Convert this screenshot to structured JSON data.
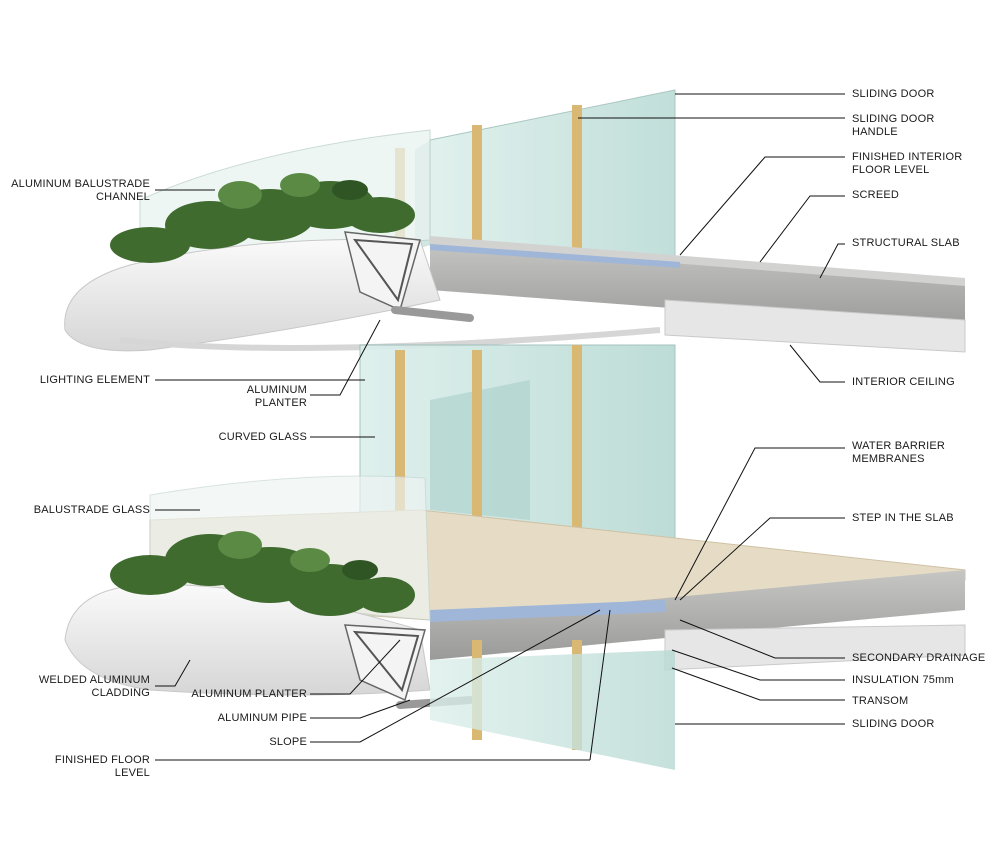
{
  "labels_right": [
    {
      "id": "sliding-door-top",
      "lines": [
        "SLIDING DOOR"
      ]
    },
    {
      "id": "sliding-door-handle",
      "lines": [
        "SLIDING DOOR",
        "HANDLE"
      ]
    },
    {
      "id": "finished-interior-floor-level",
      "lines": [
        "FINISHED INTERIOR",
        "FLOOR LEVEL"
      ]
    },
    {
      "id": "screed",
      "lines": [
        "SCREED"
      ]
    },
    {
      "id": "structural-slab",
      "lines": [
        "STRUCTURAL SLAB"
      ]
    },
    {
      "id": "interior-ceiling",
      "lines": [
        "INTERIOR CEILING"
      ]
    },
    {
      "id": "water-barrier-membranes",
      "lines": [
        "WATER BARRIER",
        "MEMBRANES"
      ]
    },
    {
      "id": "step-in-the-slab",
      "lines": [
        "STEP IN THE SLAB"
      ]
    },
    {
      "id": "secondary-drainage",
      "lines": [
        "SECONDARY DRAINAGE"
      ]
    },
    {
      "id": "insulation",
      "lines": [
        "INSULATION 75mm"
      ]
    },
    {
      "id": "transom",
      "lines": [
        "TRANSOM"
      ]
    },
    {
      "id": "sliding-door-bottom",
      "lines": [
        "SLIDING DOOR"
      ]
    }
  ],
  "labels_left": [
    {
      "id": "aluminum-balustrade-channel",
      "lines": [
        "ALUMINUM BALUSTRADE",
        "CHANNEL"
      ]
    },
    {
      "id": "lighting-element",
      "lines": [
        "LIGHTING ELEMENT"
      ]
    },
    {
      "id": "curved-glass",
      "lines": [
        "CURVED GLASS"
      ]
    },
    {
      "id": "balustrade-glass",
      "lines": [
        "BALUSTRADE GLASS"
      ]
    },
    {
      "id": "welded-aluminum-cladding",
      "lines": [
        "WELDED ALUMINUM",
        "CLADDING"
      ]
    },
    {
      "id": "finished-floor-level",
      "lines": [
        "FINISHED FLOOR",
        "LEVEL"
      ]
    }
  ],
  "labels_mid": [
    {
      "id": "aluminum-planter-top",
      "lines": [
        "ALUMINUM",
        "PLANTER"
      ]
    },
    {
      "id": "aluminum-planter-bottom",
      "lines": [
        "ALUMINUM PLANTER"
      ]
    },
    {
      "id": "aluminum-pipe",
      "lines": [
        "ALUMINUM PIPE"
      ]
    },
    {
      "id": "slope",
      "lines": [
        "SLOPE"
      ]
    }
  ],
  "colors": {
    "glass": "#cfe6e2",
    "glass_dark": "#a9cfc9",
    "timber": "#d9b873",
    "concrete": "#b8b8b6",
    "concrete_dark": "#8e8e8c",
    "ceiling": "#e8e8e8",
    "floor": "#e6dcc6",
    "cladding": "#ececec",
    "foliage": "#3f6b2f",
    "leader": "#111111"
  }
}
